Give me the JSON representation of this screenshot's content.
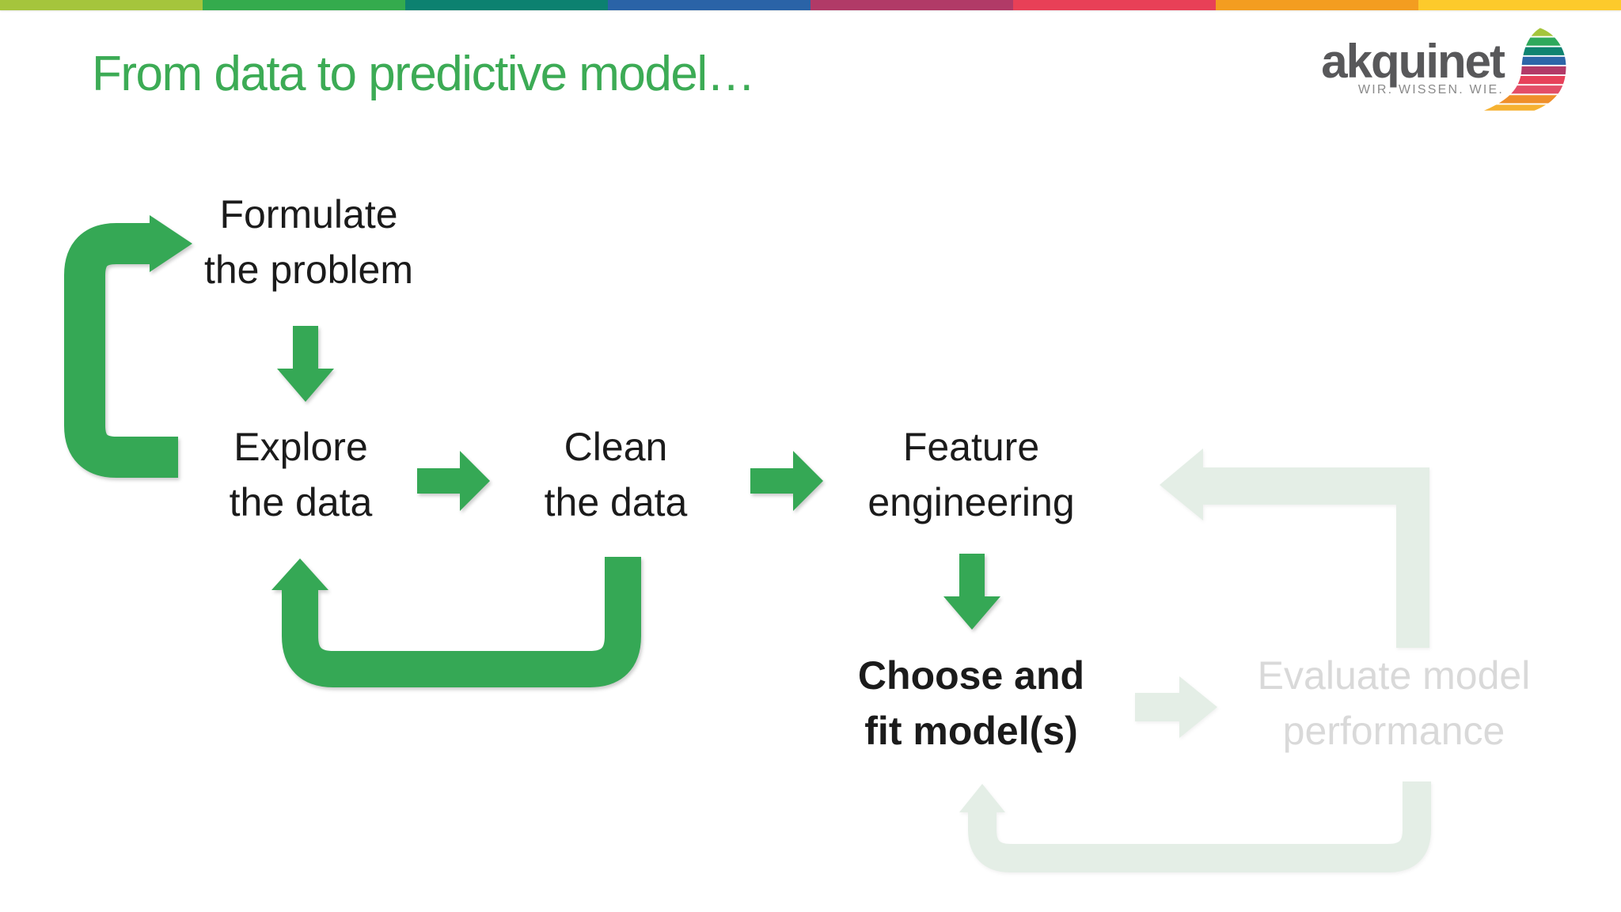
{
  "slide": {
    "title": "From data to predictive model…"
  },
  "topbar": {
    "colors": [
      "#a5c53c",
      "#34ab4d",
      "#0c8170",
      "#2a63a7",
      "#b13a67",
      "#e84057",
      "#f39d20",
      "#fdca2b"
    ]
  },
  "logo": {
    "wordmark": "akquinet",
    "tagline": "WIR. WISSEN. WIE.",
    "wordmark_color": "#58585a",
    "tagline_color": "#8b8b8b",
    "sail_colors": [
      "#a5c53c",
      "#2fa95c",
      "#0f8370",
      "#2d66a8",
      "#b23a68",
      "#e7415a",
      "#e34e67",
      "#ef8f2a",
      "#f6b231"
    ]
  },
  "colors": {
    "title": "#3cab55",
    "arrow": "#35a855",
    "arrow_faded": "#e4eee6",
    "text": "#1b1b1b",
    "text_faded": "#d9d9d9"
  },
  "diagram": {
    "nodes": [
      {
        "line1": "Formulate",
        "line2": "the problem"
      },
      {
        "line1": "Explore",
        "line2": "the data"
      },
      {
        "line1": "Clean",
        "line2": "the data"
      },
      {
        "line1": "Feature",
        "line2": "engineering"
      },
      {
        "line1": "Choose and",
        "line2": "fit model(s)"
      },
      {
        "line1": "Evaluate model",
        "line2": "performance"
      }
    ]
  }
}
